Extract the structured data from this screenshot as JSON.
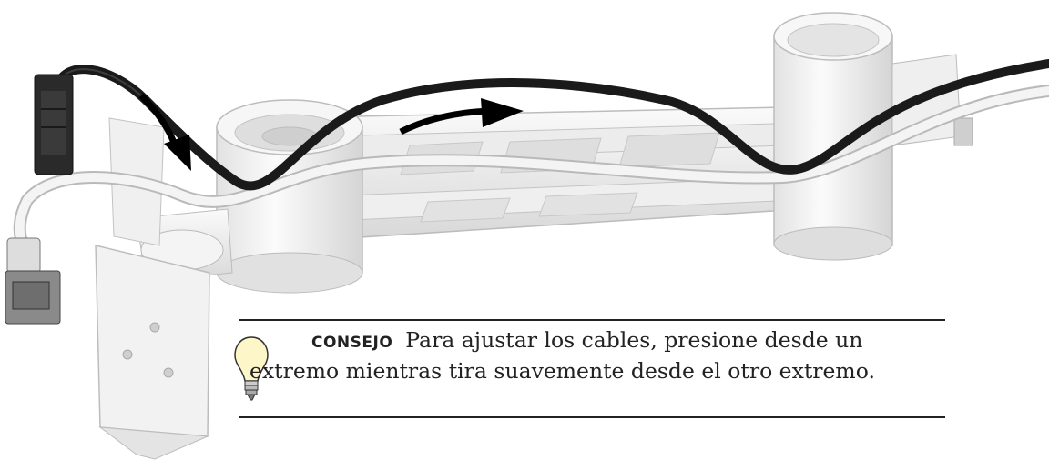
{
  "tip": {
    "label": "CONSEJO",
    "text_line1": "Para ajustar los cables, presione desde un",
    "text_line2": "extremo mientras tira suavemente desde el otro extremo."
  },
  "illustration": {
    "description_icon": "cable-routing-arm-illustration",
    "arrows": [
      "arrow-down-icon",
      "arrow-right-icon"
    ]
  },
  "colors": {
    "text": "#222222",
    "bulb_glass": "#fdf6c8",
    "cable_black": "#1a1a1a",
    "cable_white": "#f2f2f2",
    "metal": "#e9e9e9"
  }
}
